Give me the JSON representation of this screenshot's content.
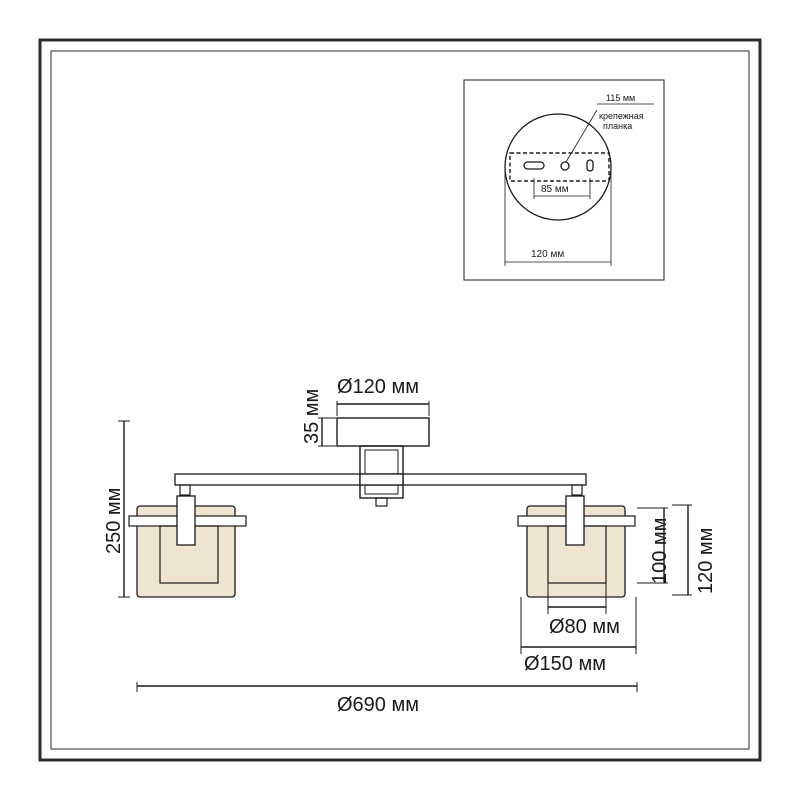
{
  "inset": {
    "dim_115": "115 мм",
    "plate_label_line1": "крепежная",
    "plate_label_line2": "планка",
    "dim_85": "85 мм",
    "dim_120": "120 мм"
  },
  "main": {
    "canopy_diameter": "Ø120 мм",
    "canopy_height": "35 мм",
    "total_height": "250 мм",
    "shade_height": "100 мм",
    "shade_total_height": "120 мм",
    "inner_diameter": "Ø80 мм",
    "shade_diameter": "Ø150 мм",
    "total_width": "Ø690 мм"
  },
  "colors": {
    "line": "#1a1a1a",
    "frame": "#2b2b2b",
    "glass": "#e8d6b8"
  }
}
